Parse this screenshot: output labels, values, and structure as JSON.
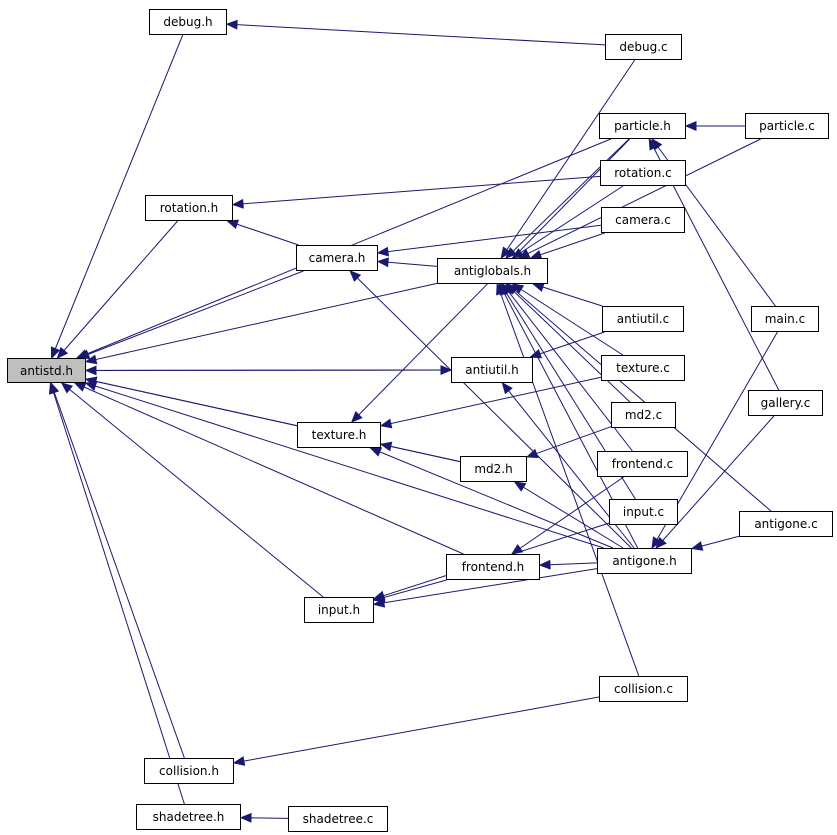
{
  "colors": {
    "edge": "#191970",
    "root_fill": "#bfbfbf",
    "node_fill": "#ffffff",
    "border": "#000000"
  },
  "nodes": {
    "antistd_h": "antistd.h",
    "debug_h": "debug.h",
    "debug_c": "debug.c",
    "particle_h": "particle.h",
    "particle_c": "particle.c",
    "rotation_h": "rotation.h",
    "rotation_c": "rotation.c",
    "camera_h": "camera.h",
    "camera_c": "camera.c",
    "antiglobals_h": "antiglobals.h",
    "antiutil_c": "antiutil.c",
    "main_c": "main.c",
    "antiutil_h": "antiutil.h",
    "texture_c": "texture.c",
    "gallery_c": "gallery.c",
    "md2_c": "md2.c",
    "texture_h": "texture.h",
    "frontend_c": "frontend.c",
    "md2_h": "md2.h",
    "input_c": "input.c",
    "antigone_c": "antigone.c",
    "antigone_h": "antigone.h",
    "frontend_h": "frontend.h",
    "input_h": "input.h",
    "collision_c": "collision.c",
    "collision_h": "collision.h",
    "shadetree_h": "shadetree.h",
    "shadetree_c": "shadetree.c"
  },
  "edges": [
    [
      "debug_h",
      "antistd_h"
    ],
    [
      "debug_c",
      "debug_h"
    ],
    [
      "particle_h",
      "antistd_h"
    ],
    [
      "particle_c",
      "particle_h"
    ],
    [
      "rotation_h",
      "antistd_h"
    ],
    [
      "rotation_c",
      "rotation_h"
    ],
    [
      "camera_h",
      "rotation_h"
    ],
    [
      "camera_h",
      "antistd_h"
    ],
    [
      "camera_c",
      "camera_h"
    ],
    [
      "antiglobals_h",
      "camera_h"
    ],
    [
      "antiglobals_h",
      "antistd_h"
    ],
    [
      "antiutil_h",
      "antistd_h"
    ],
    [
      "antistd_h",
      "antiutil_h"
    ],
    [
      "texture_h",
      "antistd_h"
    ],
    [
      "md2_h",
      "antistd_h"
    ],
    [
      "md2_h",
      "texture_h"
    ],
    [
      "frontend_h",
      "antistd_h"
    ],
    [
      "input_h",
      "antistd_h"
    ],
    [
      "frontend_h",
      "input_h"
    ],
    [
      "antigone_h",
      "antistd_h"
    ],
    [
      "collision_h",
      "antistd_h"
    ],
    [
      "shadetree_h",
      "antistd_h"
    ],
    [
      "shadetree_c",
      "shadetree_h"
    ],
    [
      "collision_c",
      "collision_h"
    ],
    [
      "debug_c",
      "antiglobals_h"
    ],
    [
      "particle_h",
      "antiglobals_h"
    ],
    [
      "particle_c",
      "antiglobals_h"
    ],
    [
      "rotation_c",
      "antiglobals_h"
    ],
    [
      "camera_c",
      "antiglobals_h"
    ],
    [
      "antiutil_c",
      "antiglobals_h"
    ],
    [
      "antiutil_c",
      "antiutil_h"
    ],
    [
      "texture_c",
      "antiglobals_h"
    ],
    [
      "texture_c",
      "texture_h"
    ],
    [
      "md2_c",
      "antiglobals_h"
    ],
    [
      "md2_c",
      "md2_h"
    ],
    [
      "frontend_c",
      "antiglobals_h"
    ],
    [
      "frontend_c",
      "frontend_h"
    ],
    [
      "input_c",
      "antiglobals_h"
    ],
    [
      "input_c",
      "input_h"
    ],
    [
      "collision_c",
      "antiglobals_h"
    ],
    [
      "antigone_h",
      "antiglobals_h"
    ],
    [
      "antigone_h",
      "camera_h"
    ],
    [
      "antigone_h",
      "texture_h"
    ],
    [
      "antigone_h",
      "md2_h"
    ],
    [
      "antigone_h",
      "antiutil_h"
    ],
    [
      "antigone_h",
      "frontend_h"
    ],
    [
      "antigone_h",
      "input_h"
    ],
    [
      "antigone_c",
      "antigone_h"
    ],
    [
      "antigone_c",
      "antiglobals_h"
    ],
    [
      "main_c",
      "antigone_h"
    ],
    [
      "main_c",
      "particle_h"
    ],
    [
      "gallery_c",
      "antigone_h"
    ],
    [
      "gallery_c",
      "particle_h"
    ],
    [
      "particle_h",
      "texture_h"
    ]
  ]
}
